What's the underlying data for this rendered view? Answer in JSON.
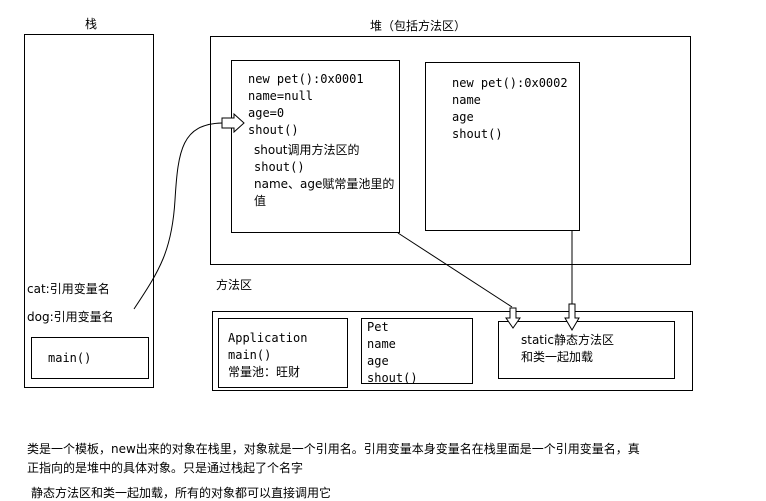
{
  "stack": {
    "title": "栈",
    "cat_ref": "cat:引用变量名",
    "dog_ref": "dog:引用变量名",
    "main_frame": "main()"
  },
  "heap": {
    "title": "堆（包括方法区）",
    "object1": {
      "header": "new pet():0x0001",
      "fields": [
        "name=null",
        "age=0",
        "shout()"
      ],
      "note": [
        "shout调用方法区的",
        "shout()",
        "name、age赋常量池里的",
        "值"
      ]
    },
    "object2": {
      "header": "new pet():0x0002",
      "fields": [
        "name",
        "age",
        "shout()"
      ]
    }
  },
  "method_area": {
    "title": "方法区",
    "application_box": [
      "Application",
      "main()",
      "常量池：旺财"
    ],
    "pet_box": [
      "Pet",
      "name",
      "age",
      "shout()"
    ],
    "static_box": [
      "static静态方法区",
      "和类一起加载"
    ]
  },
  "notes": [
    "类是一个模板，new出来的对象在栈里，对象就是一个引用名。引用变量本身变量名在栈里面是一个引用变量名，真",
    "正指向的是堆中的具体对象。只是通过栈起了个名字",
    "静态方法区和类一起加载，所有的对象都可以直接调用它"
  ]
}
